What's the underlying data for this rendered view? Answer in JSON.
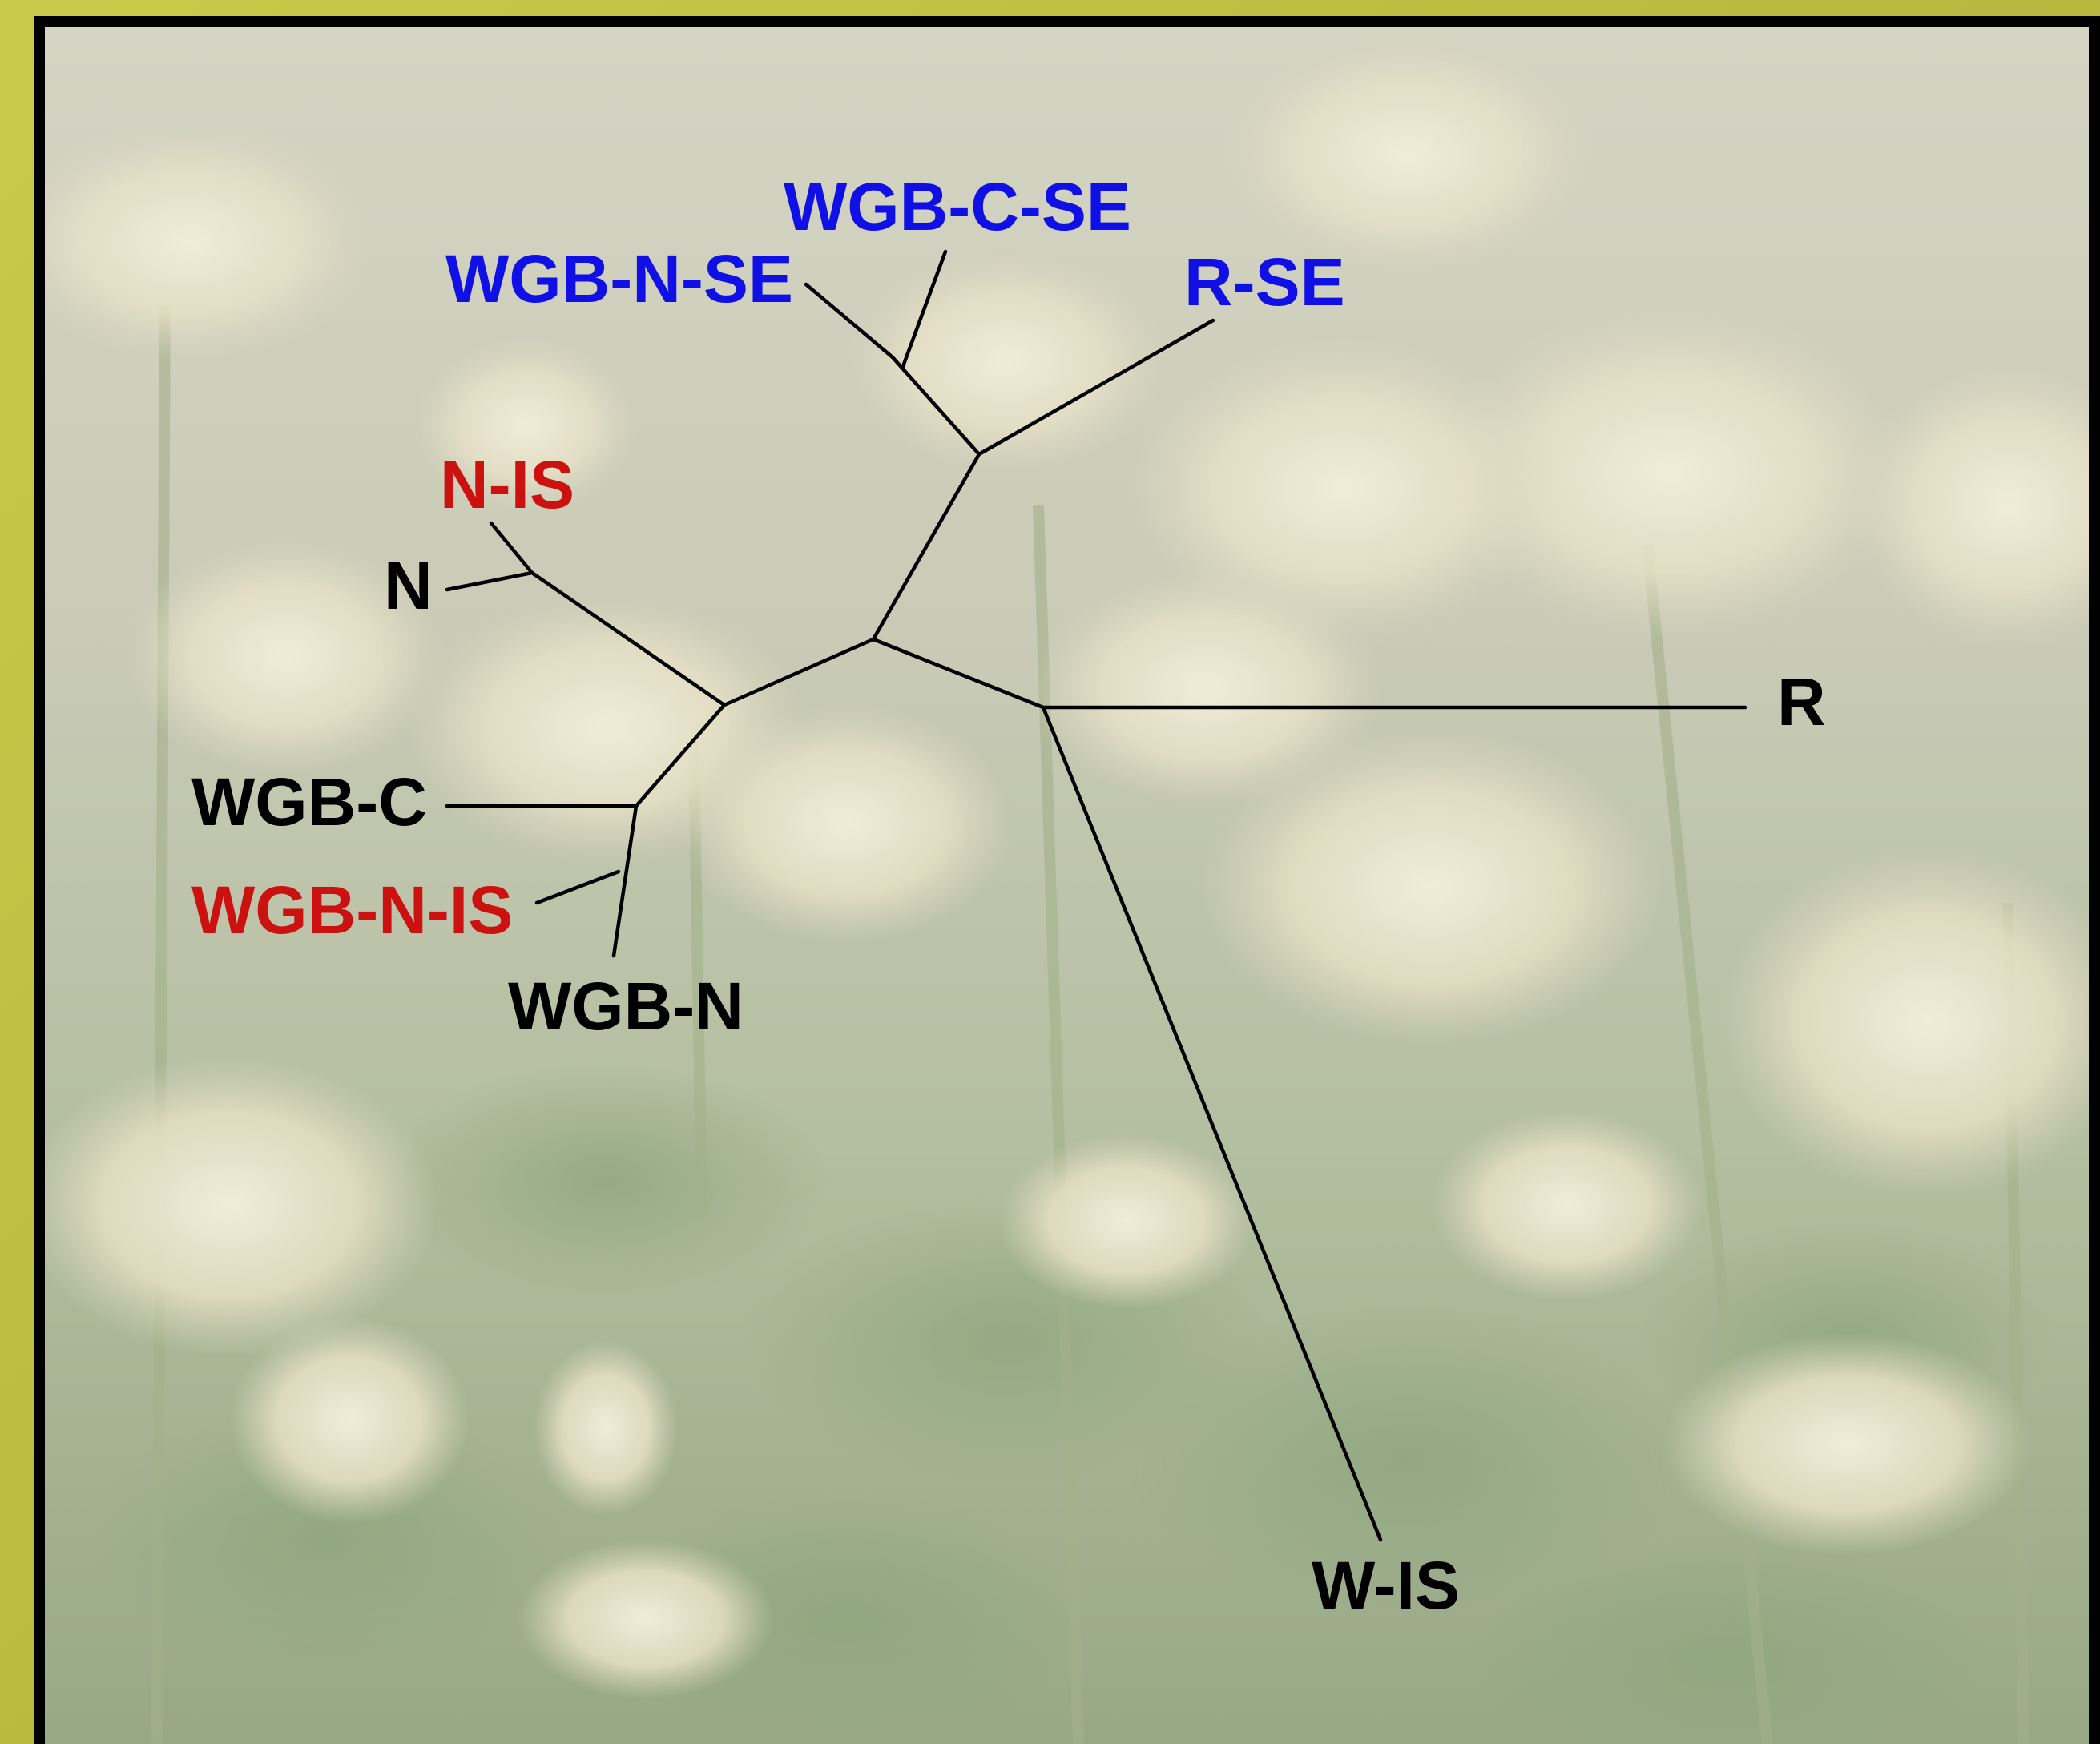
{
  "diagram": {
    "type": "unrooted phylogenetic tree",
    "labels": [
      {
        "key": "wgb_c_se",
        "text": "WGB-C-SE",
        "group": "SE"
      },
      {
        "key": "wgb_n_se",
        "text": "WGB-N-SE",
        "group": "SE"
      },
      {
        "key": "r_se",
        "text": "R-SE",
        "group": "SE"
      },
      {
        "key": "n_is",
        "text": "N-IS",
        "group": "IS"
      },
      {
        "key": "n",
        "text": "N",
        "group": "base"
      },
      {
        "key": "r",
        "text": "R",
        "group": "base"
      },
      {
        "key": "wgb_c",
        "text": "WGB-C",
        "group": "base"
      },
      {
        "key": "wgb_n_is",
        "text": "WGB-N-IS",
        "group": "IS"
      },
      {
        "key": "wgb_n",
        "text": "WGB-N",
        "group": "base"
      },
      {
        "key": "w_is",
        "text": "W-IS",
        "group": "base"
      }
    ],
    "colors": {
      "SE": "#1010e6",
      "IS": "#cc1111",
      "base": "#000000",
      "branch": "#000000",
      "border": "#000000",
      "frame": "#b9b93a"
    }
  },
  "background": {
    "description_icon": "clover-flowers-photo"
  }
}
